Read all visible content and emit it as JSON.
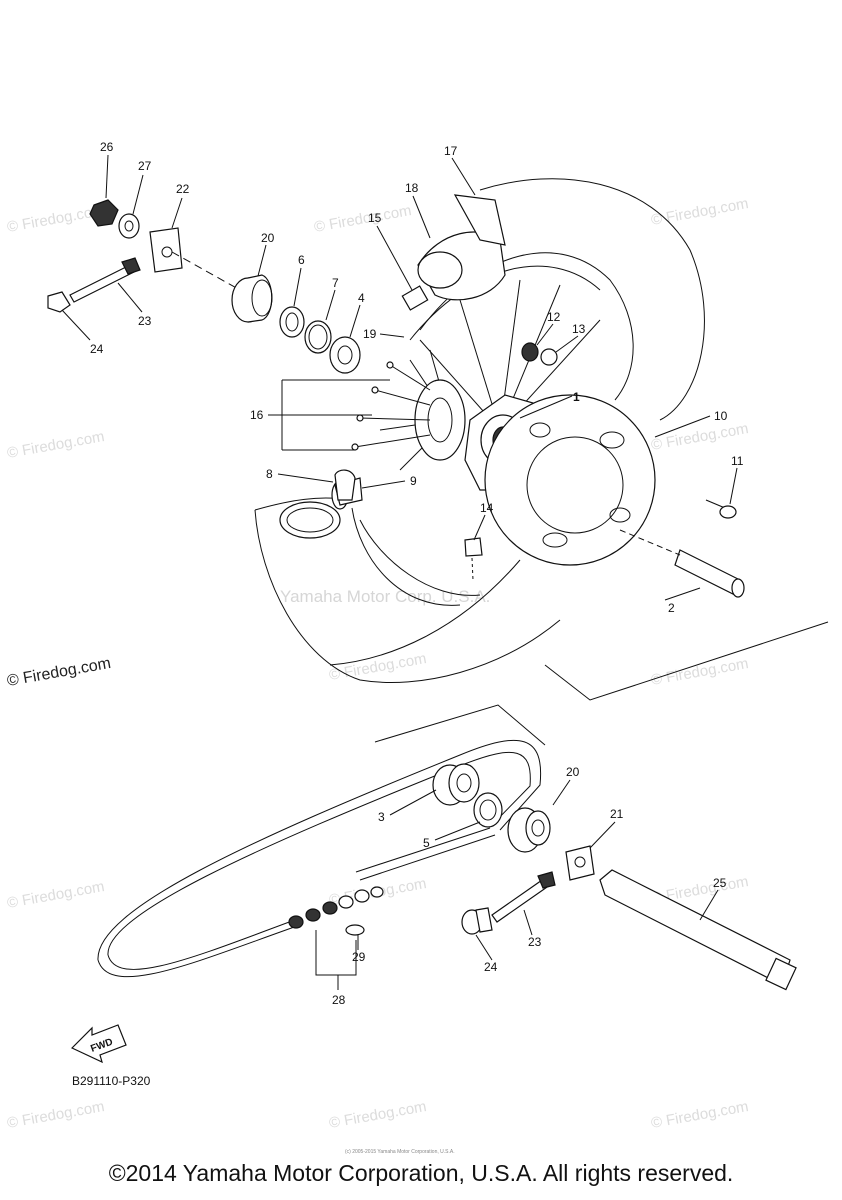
{
  "diagram": {
    "callouts": {
      "c26": "26",
      "c27": "27",
      "c22": "22",
      "c20a": "20",
      "c6": "6",
      "c7": "7",
      "c4": "4",
      "c23a": "23",
      "c24a": "24",
      "c17": "17",
      "c18": "18",
      "c15": "15",
      "c19": "19",
      "c12": "12",
      "c13": "13",
      "c1": "1",
      "c16": "16",
      "c10": "10",
      "c11": "11",
      "c8": "8",
      "c9": "9",
      "c14": "14",
      "c2": "2",
      "c20b": "20",
      "c3": "3",
      "c5": "5",
      "c21": "21",
      "c25": "25",
      "c23b": "23",
      "c24b": "24",
      "c29": "29",
      "c28": "28"
    },
    "fwd_label": "FWD",
    "diagram_code": "B291110-P320",
    "center_watermark": "Yamaha Motor Corp. U.S.A.",
    "small_notice": "(c) 2005-2015 Yamaha Motor Corporation, U.S.A.",
    "watermark": "© Firedog.com",
    "watermark_dark": "© Firedog.com"
  },
  "footer": {
    "copyright": "©2014 Yamaha Motor Corporation, U.S.A. All rights reserved."
  }
}
